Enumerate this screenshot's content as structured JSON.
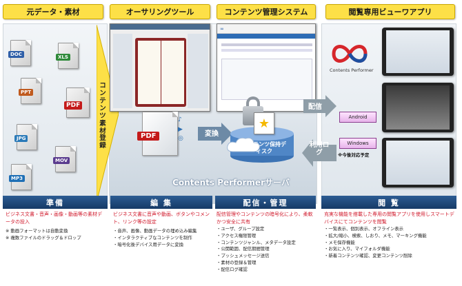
{
  "headers": {
    "source_data": "元データ・素材",
    "authoring_tool": "オーサリングツール",
    "cms": "コンテンツ管理システム",
    "viewer_app": "閲覧専用ビューワアプリ"
  },
  "file_types": [
    "DOC",
    "XLS",
    "PPT",
    "PDF",
    "JPG",
    "MOV",
    "MP3"
  ],
  "register_label": "コンテンツ素材登録",
  "authoring": {
    "pdf_label": "PDF"
  },
  "conversion_label": "変換",
  "storage_label": "コンテンツ保持ディスク",
  "server_label": "Contents Performerサーバ",
  "delivery_label": "配信",
  "usage_log_label": "利用ログ",
  "viewer": {
    "brand": "Contents Performer",
    "android": "Android",
    "windows": "Windows",
    "windows_note": "※今後対応予定"
  },
  "phases": {
    "prepare": "準備",
    "edit": "編 集",
    "deliver": "配信・管理",
    "view": "閲 覧"
  },
  "desc_prepare": {
    "lead": "ビジネス文書・音声・画像・動画等の素材データの投入",
    "notes": [
      "※ 動画フォーマットは自動変換",
      "※ 複数ファイルのドラッグ＆ドロップ"
    ]
  },
  "desc_edit": {
    "lead": "ビジネス文書に音声や動画、ボタンやコメント、リンク等の設定",
    "items": [
      "・音声、画像、動画データの埋め込み編集",
      "・インタラクティブなコンテンツを制作",
      "・暗号化後デバイス用データに変換"
    ]
  },
  "desc_deliver": {
    "lead": "配信管理やコンテンツの暗号化により、柔軟かつ安全に共有",
    "items": [
      "・ユーザ、グループ設定",
      "・アクセス権限管理",
      "・コンテンツジャンル、メタデータ設定",
      "・公開範囲、配信期間管理",
      "・プッシュメッセージ送信",
      "・素材の登録＆管理",
      "・配信ログ確認"
    ]
  },
  "desc_view": {
    "lead": "充実な機能を搭載した専用の閲覧アプリを使用しスマートデバイスにてコンテンツを閲覧",
    "items": [
      "・一覧表示、個別表示、オフライン表示",
      "・拡大/縮小、検索、しおり、メモ、マーキング機能",
      "・メモ保存機能",
      "・お気に入り、マイフォルダ機能",
      "・新着コンテンツ確認、変更コンテンツ削除"
    ]
  }
}
